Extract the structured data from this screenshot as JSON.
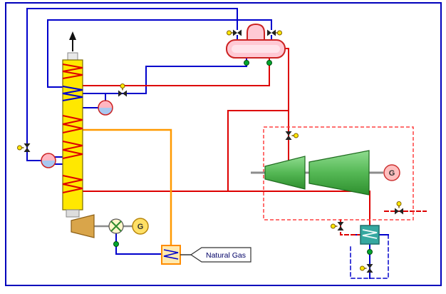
{
  "diagram": {
    "kind": "combined-cycle-hrsg-process-flow-diagram",
    "labels": {
      "natural_gas": "Natural Gas",
      "main_generator": "G",
      "aux_generator": "G"
    },
    "colors": {
      "frame": "#0000BB",
      "water_pipe": "#0000CC",
      "steam_pipe": "#DD0000",
      "hot_water_pipe": "#FF9900",
      "column_fill": "#FFE800",
      "turbine_green": "#5CB85C",
      "drum_pink": "#FFC9D4",
      "exchanger_teal": "#35A8A0",
      "fuel_heater_fill": "#FFE9B0",
      "boundary_dashed_red": "#FF4040",
      "valve_actuator_yellow": "#FFE800",
      "check_valve_green": "#00A62E",
      "shaft_grey": "#8C8C8C",
      "aux_turbine_tan": "#D9A54A"
    },
    "components": [
      "hrsg-column",
      "stack-arrow",
      "superheater-coil",
      "economizer-coil",
      "evaporator-coils",
      "hp-drum-pot",
      "lp-drum-pot",
      "steam-drum",
      "hp-turbine",
      "lp-turbine",
      "main-generator",
      "aux-steam-turbine",
      "boiler-feed-pump",
      "aux-generator",
      "fuel-gas-heater",
      "gland-steam-condenser",
      "natural-gas-inlet",
      "steam-turbine-package-boundary"
    ]
  }
}
